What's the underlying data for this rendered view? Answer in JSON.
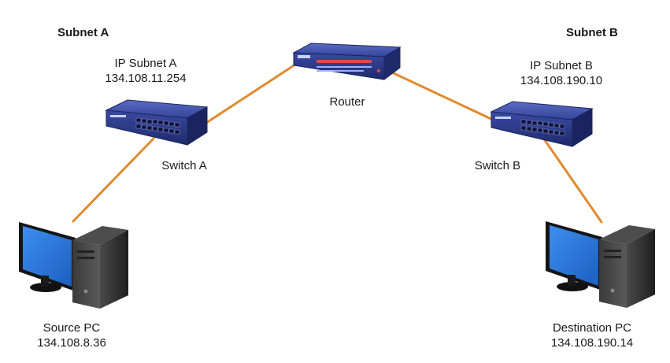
{
  "subnet_a": {
    "heading": "Subnet A",
    "ip_label": "IP Subnet A",
    "ip_address": "134.108.11.254"
  },
  "subnet_b": {
    "heading": "Subnet B",
    "ip_label": "IP Subnet B",
    "ip_address": "134.108.190.10"
  },
  "router": {
    "label": "Router"
  },
  "switch_a": {
    "label": "Switch A"
  },
  "switch_b": {
    "label": "Switch B"
  },
  "source_pc": {
    "label": "Source PC",
    "ip": "134.108.8.36"
  },
  "destination_pc": {
    "label": "Destination PC",
    "ip": "134.108.190.14"
  },
  "colors": {
    "cable": "#e08a2e",
    "device_blue": "#2e3e8f",
    "device_dark": "#1c265e",
    "screen_blue": "#2a6fd6",
    "tower": "#2a2a2a"
  }
}
